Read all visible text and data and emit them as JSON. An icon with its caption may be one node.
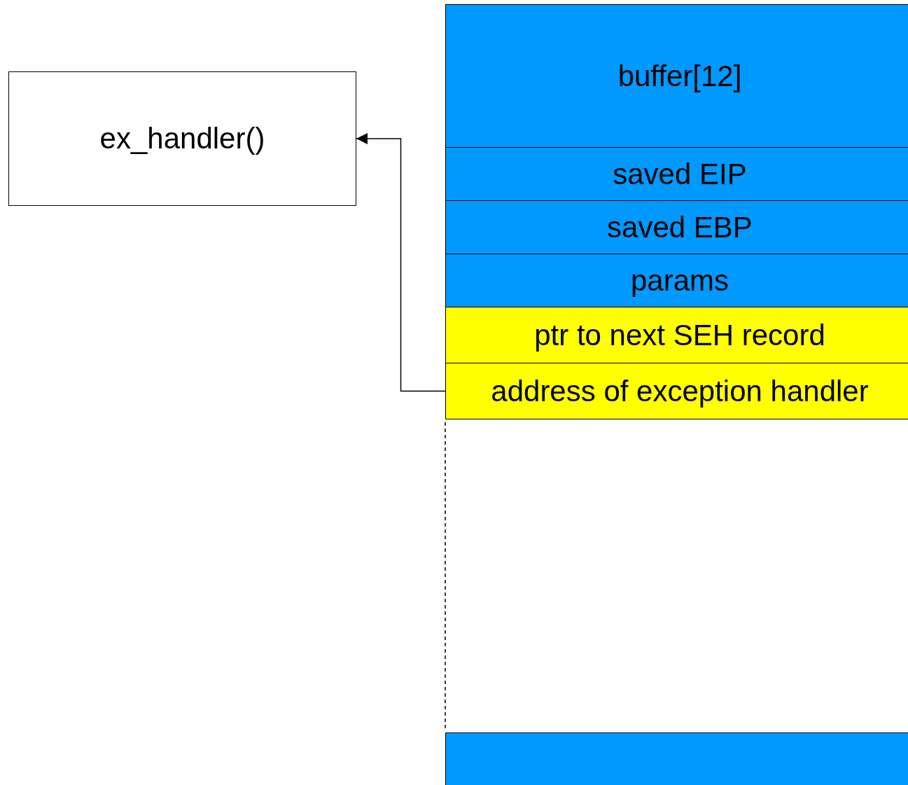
{
  "diagram": {
    "nodes": [
      {
        "text": [
          "ex_handler()"
        ]
      },
      {
        "text": [
          "buffer[12]"
        ]
      },
      {
        "text": [
          "saved EIP"
        ]
      },
      {
        "text": [
          "saved EBP"
        ]
      },
      {
        "text": [
          "params"
        ]
      },
      {
        "text": [
          "ptr to next SEH record"
        ]
      },
      {
        "text": [
          "address of exception handler"
        ]
      },
      {
        "text": [],
        "shape": "box"
      }
    ],
    "edges": [
      {
        "from": 6,
        "to": 0,
        "arrow": "to"
      }
    ]
  }
}
